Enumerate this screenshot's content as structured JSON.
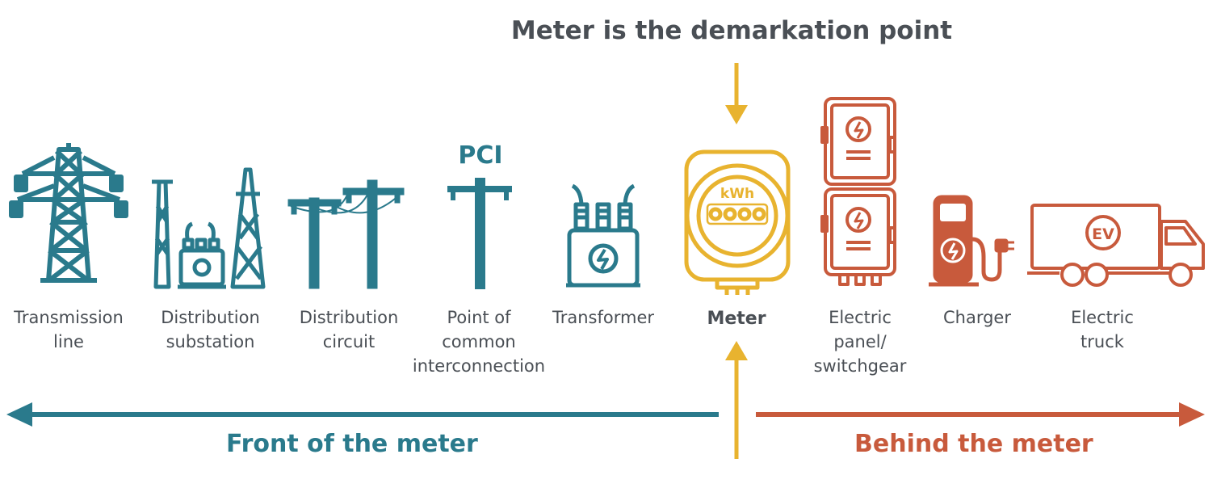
{
  "title": "Meter is the demarkation point",
  "pci_label": "PCI",
  "meter_reading_label": "kWh",
  "ev_badge": "EV",
  "items": [
    {
      "label": "Transmission\nline"
    },
    {
      "label": "Distribution\nsubstation"
    },
    {
      "label": "Distribution\ncircuit"
    },
    {
      "label": "Point of\ncommon\ninterconnection"
    },
    {
      "label": "Transformer"
    },
    {
      "label": "Meter"
    },
    {
      "label": "Electric\npanel/\nswitchgear"
    },
    {
      "label": "Charger"
    },
    {
      "label": "Electric\ntruck"
    }
  ],
  "front_label": "Front of the meter",
  "behind_label": "Behind the meter",
  "colors": {
    "front": "#2a7a8c",
    "meter": "#e8b32f",
    "behind": "#c85a3c",
    "text": "#4a4f55"
  }
}
